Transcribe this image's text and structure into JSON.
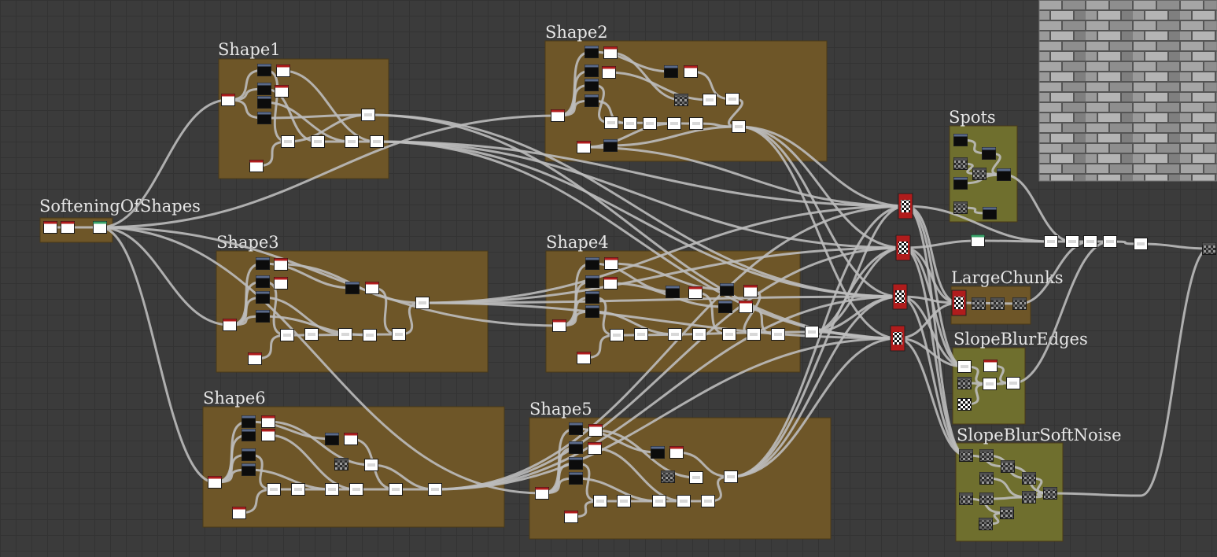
{
  "frames": [
    {
      "id": "Shape1",
      "label": "Shape1",
      "kind": "brown"
    },
    {
      "id": "Shape2",
      "label": "Shape2",
      "kind": "brown"
    },
    {
      "id": "Shape3",
      "label": "Shape3",
      "kind": "brown"
    },
    {
      "id": "Shape4",
      "label": "Shape4",
      "kind": "brown"
    },
    {
      "id": "Shape6",
      "label": "Shape6",
      "kind": "brown"
    },
    {
      "id": "Shape5",
      "label": "Shape5",
      "kind": "brown"
    },
    {
      "id": "SofteningOfShapes",
      "label": "SofteningOfShapes",
      "kind": "brown"
    },
    {
      "id": "Spots",
      "label": "Spots",
      "kind": "olive"
    },
    {
      "id": "LargeChunks",
      "label": "LargeChunks",
      "kind": "brown"
    },
    {
      "id": "SlopeBlurEdges",
      "label": "SlopeBlurEdges",
      "kind": "olive"
    },
    {
      "id": "SlopeBlurSoftNoise",
      "label": "SlopeBlurSoftNoise",
      "kind": "olive"
    }
  ],
  "preview": {
    "name": "brick-texture-preview"
  },
  "colors": {
    "brown": "#6e5628",
    "olive": "#6f6f2e",
    "wire": "#bcbcbc",
    "redNode": "#b01c1c"
  }
}
